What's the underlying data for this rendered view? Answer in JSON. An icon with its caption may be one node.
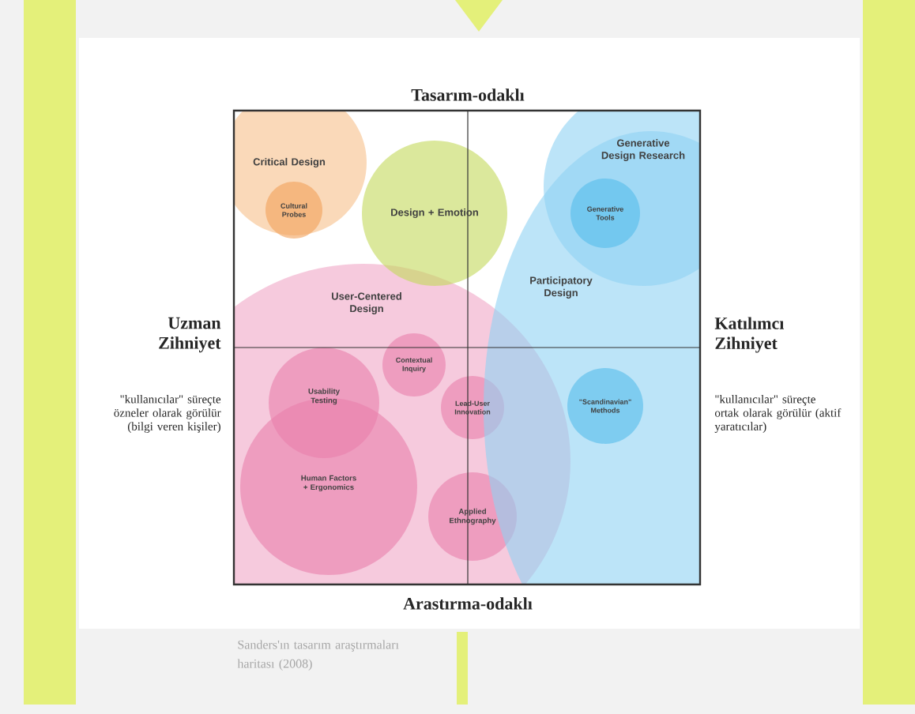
{
  "diagram": {
    "caption": "Sanders'ın tasarım araştırmaları haritası (2008)",
    "nodes": [
      {
        "text": [
          "User-Centered Design"
        ]
      },
      {
        "text": [
          "Participatory Design"
        ]
      },
      {
        "text": [
          "Critical Design"
        ]
      },
      {
        "text": [
          "Design + Emotion"
        ]
      },
      {
        "text": [
          "Generative Design Research"
        ]
      },
      {
        "text": [
          "Cultural Probes"
        ],
        "in": 2
      },
      {
        "text": [
          "Generative Tools"
        ]
      },
      {
        "text": [
          "Contextual Inquiry"
        ],
        "in": 0
      },
      {
        "text": [
          "Usability Testing"
        ],
        "in": 0
      },
      {
        "text": [
          "Human Factors + Ergonomics"
        ],
        "in": 0
      },
      {
        "text": [
          "Lead-User Innovation"
        ],
        "in": 0
      },
      {
        "text": [
          "\"Scandinavian\" Methods"
        ],
        "in": 1
      },
      {
        "text": [
          "Applied Ethnography"
        ],
        "in": 0
      }
    ],
    "labels": [
      "Tasarım-odaklı",
      "Uzman Zihniyet",
      "\"kullanıcılar\" süreçte özneler olarak görülür (bilgi veren kişiler)",
      "Katılımcı Zihniyet",
      "\"kullanıcılar\" süreçte ortak olarak görülür (aktif yaratıcılar)",
      "Arastırma-odaklı"
    ]
  }
}
